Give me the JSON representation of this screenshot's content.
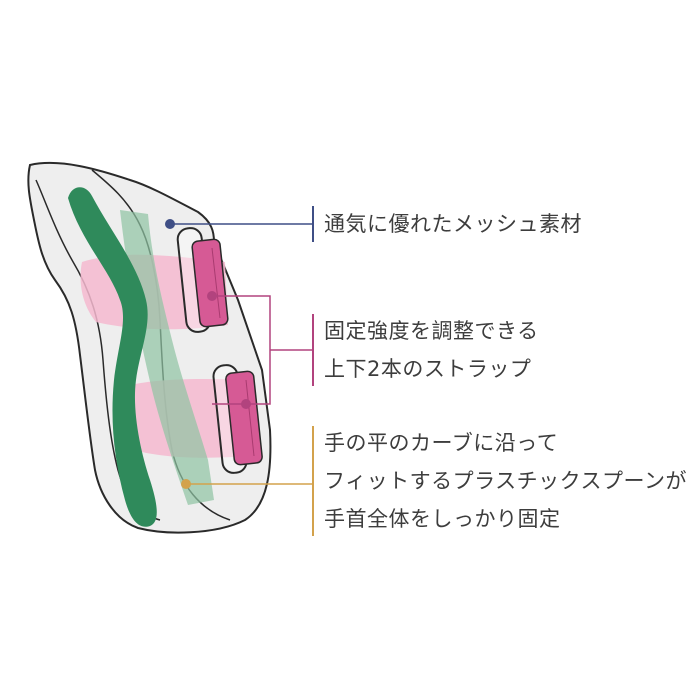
{
  "callouts": {
    "mesh": {
      "text": "通気に優れたメッシュ素材",
      "color": "#3f4f86"
    },
    "strap": {
      "line1": "固定強度を調整できる",
      "line2": "上下2本のストラップ",
      "color": "#b2437e"
    },
    "spoon": {
      "line1": "手の平のカーブに沿って",
      "line2": "フィットするプラスチックスプーンが",
      "line3": "手首全体をしっかり固定",
      "color": "#d3a24c"
    }
  },
  "brace": {
    "mesh_color": "#eeeeee",
    "outline_color": "#2a2a2a",
    "stay_color": "#2f8a5b",
    "spoon_color": "#8fc3a3",
    "strap_band_color": "#f4b8cf",
    "strap_tab_color": "#d65a95"
  }
}
